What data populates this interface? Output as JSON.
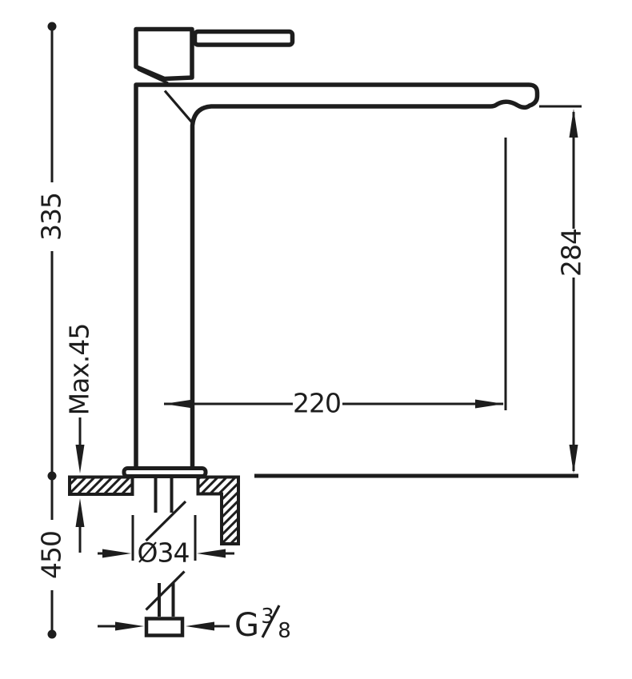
{
  "drawing": {
    "type": "faucet-technical-drawing",
    "background": "#ffffff",
    "line_color": "#1d1d1d",
    "labels": {
      "overall_height": "335",
      "supply_length": "450",
      "max_mounting_thickness": "Max.45",
      "spout_height": "284",
      "spout_reach": "220",
      "hole_diameter": "Ø34",
      "thread_prefix": "G",
      "thread_numerator": "3",
      "thread_denominator": "8"
    }
  }
}
